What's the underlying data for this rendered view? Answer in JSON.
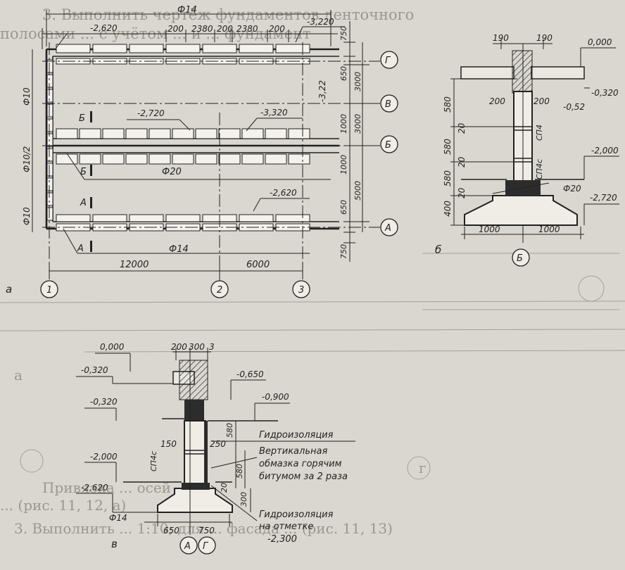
{
  "background_text": {
    "l1": "3. Выполнить чертёж фундаментов ленточного",
    "l2": "полосами ... с учётом ... и ... фундамент",
    "bottom1": "Привязка ... осей",
    "bottom2": "... (рис. 11, 12, а)",
    "bottom3": "3. Выполнить ... 1:10; для ... фасада ... (рис. 11, 13)",
    "ghost_letter_1": "а",
    "ghost_letter_2": "г"
  },
  "plan": {
    "panel_letter": "а",
    "dims_top": [
      "200",
      "2380",
      "200",
      "2380",
      "200"
    ],
    "dims_right": [
      "750",
      "650",
      "3000",
      "3000",
      "1000",
      "1000",
      "5000",
      "650",
      "750"
    ],
    "dims_bottom": [
      "12000",
      "6000"
    ],
    "levels": [
      "-2,620",
      "-3,220",
      "-3,22",
      "-2,720",
      "-3,320",
      "-2,620"
    ],
    "rebar": [
      "Ф14",
      "Ф20",
      "Ф14"
    ],
    "rebar_left": [
      "Ф10",
      "Ф10/2",
      "Ф10"
    ],
    "section_marks": [
      "Б",
      "Б",
      "А",
      "А"
    ],
    "axes_x": [
      "1",
      "2",
      "3"
    ],
    "axes_y": [
      "Г",
      "В",
      "Б",
      "А"
    ]
  },
  "section_b": {
    "panel_letter": "б",
    "axis": "Б",
    "dims_top": [
      "190",
      "190"
    ],
    "dims_left": [
      "580",
      "20",
      "580",
      "20",
      "580",
      "20",
      "400"
    ],
    "dims_wall": [
      "200",
      "200"
    ],
    "block_labels": [
      "СП4",
      "СП4с"
    ],
    "rebar": "Ф20",
    "levels": [
      "0,000",
      "-0,320",
      "-0,52",
      "-2,000",
      "-2,720"
    ],
    "dims_bottom": [
      "1000",
      "1000"
    ]
  },
  "section_v": {
    "panel_letter": "в",
    "axes": [
      "А",
      "Г"
    ],
    "dims_top": [
      "200",
      "300",
      "3"
    ],
    "levels": [
      "0,000",
      "-0,320",
      "-0,650",
      "-0,900",
      "-0,320",
      "-2,000",
      "-2,620"
    ],
    "dims_wall": [
      "150",
      "250",
      "580",
      "580",
      "20",
      "300"
    ],
    "block_label": "СП4с",
    "rebar": "Ф14",
    "dims_bottom": [
      "650",
      "750"
    ],
    "notes": {
      "n1": "Гидроизоляция",
      "n2a": "Вертикальная",
      "n2b": "обмазка горячим",
      "n2c": "битумом за 2 раза",
      "n3a": "Гидроизоляция",
      "n3b": "на отметке",
      "n3c": "-2,300"
    }
  }
}
